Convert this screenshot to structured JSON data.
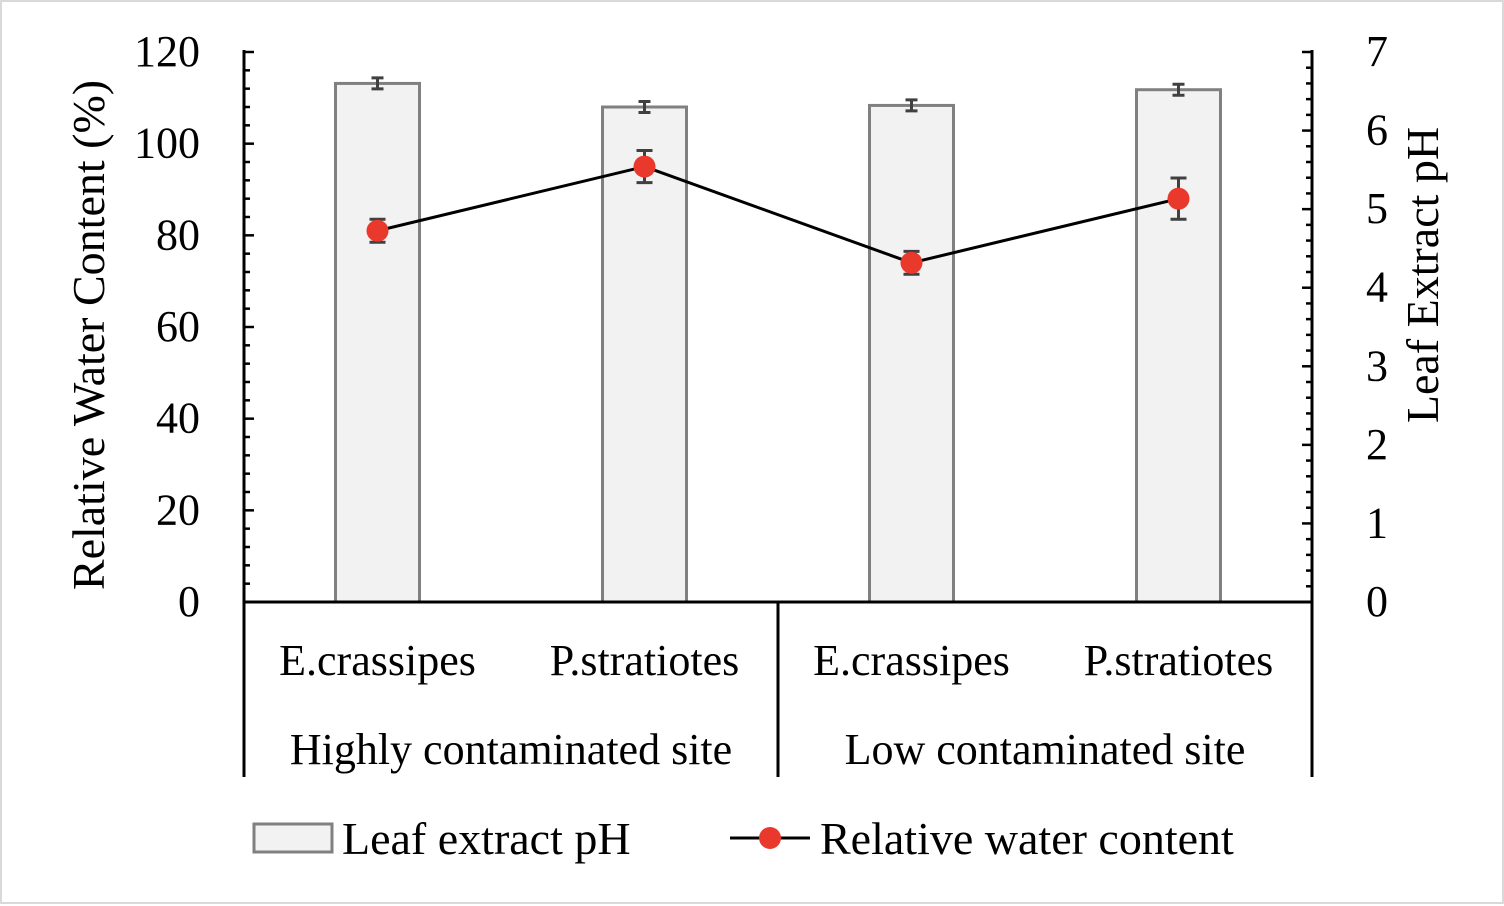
{
  "chart_data": {
    "type": "bar",
    "combo": "bar + line (dual axis)",
    "categories": [
      "E.crassipes",
      "P.stratiotes",
      "E.crassipes",
      "P.stratiotes"
    ],
    "groups": [
      {
        "label": "Highly contaminated site",
        "span": [
          0,
          1
        ]
      },
      {
        "label": "Low contaminated site",
        "span": [
          2,
          3
        ]
      }
    ],
    "series": [
      {
        "name": "Leaf extract pH",
        "kind": "bar",
        "axis": "right",
        "values": [
          6.6,
          6.3,
          6.32,
          6.52
        ],
        "errors": [
          0.07,
          0.07,
          0.07,
          0.07
        ],
        "fill": "#f2f2f2",
        "stroke": "#808080"
      },
      {
        "name": "Relative water content",
        "kind": "line",
        "axis": "left",
        "values": [
          81,
          95,
          74,
          88
        ],
        "errors": [
          2.5,
          3.5,
          2.5,
          4.5
        ],
        "marker_color": "#e8392c",
        "line_color": "#000000"
      }
    ],
    "y_left": {
      "label": "Relative Water Content (%)",
      "range": [
        0,
        120
      ],
      "ticks": [
        "0",
        "20",
        "40",
        "60",
        "80",
        "100",
        "120"
      ]
    },
    "y_right": {
      "label": "Leaf Extract pH",
      "range": [
        0,
        7
      ],
      "ticks": [
        "0",
        "1",
        "2",
        "3",
        "4",
        "5",
        "6",
        "7"
      ]
    },
    "legend": {
      "placement": "bottom",
      "items": [
        "Leaf extract pH",
        "Relative water content"
      ]
    },
    "grid": false
  }
}
